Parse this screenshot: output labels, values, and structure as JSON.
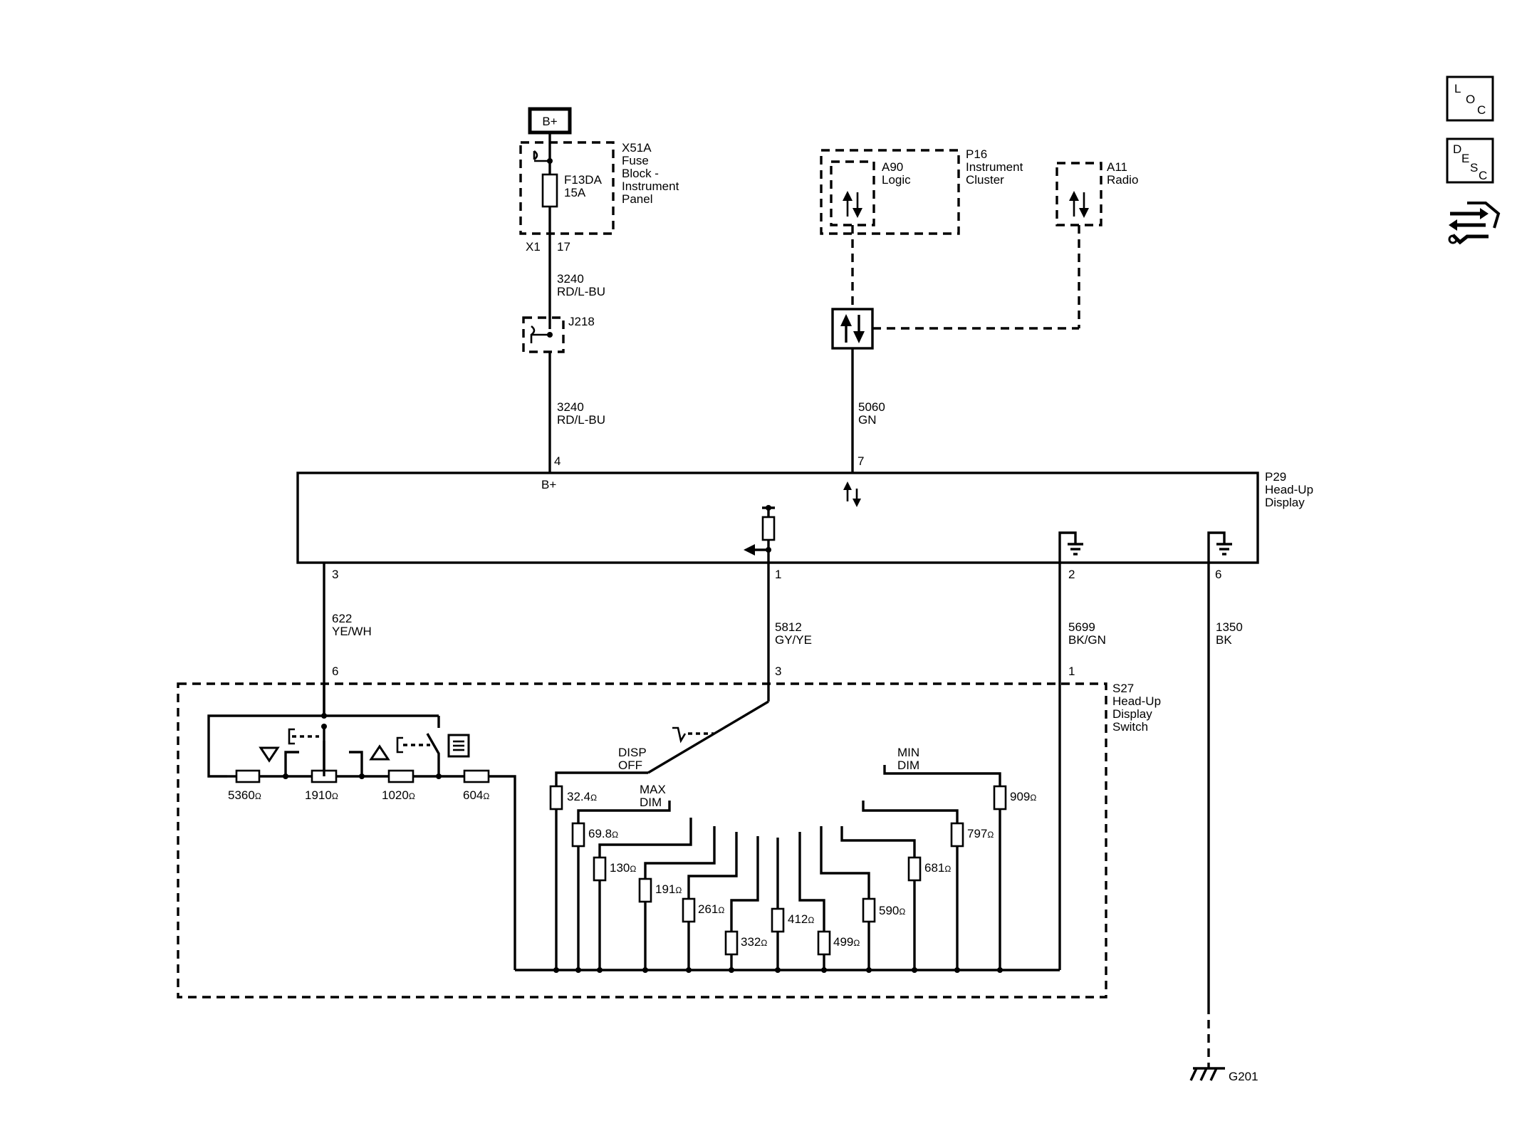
{
  "power": {
    "bplus_symbol": "B+"
  },
  "fuse_block": {
    "ref": "X51A",
    "name_lines": [
      "Fuse",
      "Block -",
      "Instrument",
      "Panel"
    ],
    "fuse": "F13DA",
    "rating": "15A",
    "connector": "X1",
    "pin": "17"
  },
  "wires": {
    "w3240_a": {
      "circuit": "3240",
      "color": "RD/L-BU"
    },
    "w3240_b": {
      "circuit": "3240",
      "color": "RD/L-BU"
    },
    "w5060": {
      "circuit": "5060",
      "color": "GN"
    },
    "w622": {
      "circuit": "622",
      "color": "YE/WH"
    },
    "w5812": {
      "circuit": "5812",
      "color": "GY/YE"
    },
    "w5699": {
      "circuit": "5699",
      "color": "BK/GN"
    },
    "w1350": {
      "circuit": "1350",
      "color": "BK"
    }
  },
  "splice": {
    "ref": "J218"
  },
  "cluster": {
    "ref": "P16",
    "name_lines": [
      "Instrument",
      "Cluster"
    ],
    "logic_ref": "A90",
    "logic_name": "Logic"
  },
  "radio": {
    "ref": "A11",
    "name": "Radio"
  },
  "hud": {
    "ref": "P29",
    "name_lines": [
      "Head-Up",
      "Display"
    ],
    "bplus_label": "B+",
    "pins": {
      "p4": "4",
      "p7": "7",
      "p3": "3",
      "p1": "1",
      "p2": "2",
      "p6": "6"
    }
  },
  "switch": {
    "ref": "S27",
    "name_lines": [
      "Head-Up",
      "Display",
      "Switch"
    ],
    "pins": {
      "p6": "6",
      "p3": "3",
      "p1": "1"
    },
    "disp_off": [
      "DISP",
      "OFF"
    ],
    "max_dim": [
      "MAX",
      "DIM"
    ],
    "min_dim": [
      "MIN",
      "DIM"
    ],
    "ohm": "Ω",
    "ladder": [
      "5360",
      "1910",
      "1020",
      "604"
    ],
    "dimmer": [
      {
        "id": "r32",
        "value": "32.4"
      },
      {
        "id": "r69",
        "value": "69.8"
      },
      {
        "id": "r130",
        "value": "130"
      },
      {
        "id": "r191",
        "value": "191"
      },
      {
        "id": "r261",
        "value": "261"
      },
      {
        "id": "r332",
        "value": "332"
      },
      {
        "id": "r412",
        "value": "412"
      },
      {
        "id": "r499",
        "value": "499"
      },
      {
        "id": "r590",
        "value": "590"
      },
      {
        "id": "r681",
        "value": "681"
      },
      {
        "id": "r797",
        "value": "797"
      },
      {
        "id": "r909",
        "value": "909"
      }
    ]
  },
  "ground": {
    "ref": "G201"
  },
  "toolbar": {
    "loc": {
      "l1": "L",
      "l2": "O",
      "l3": "C"
    },
    "desc": {
      "l1": "D",
      "l2": "E",
      "l3": "S",
      "l4": "C"
    }
  }
}
